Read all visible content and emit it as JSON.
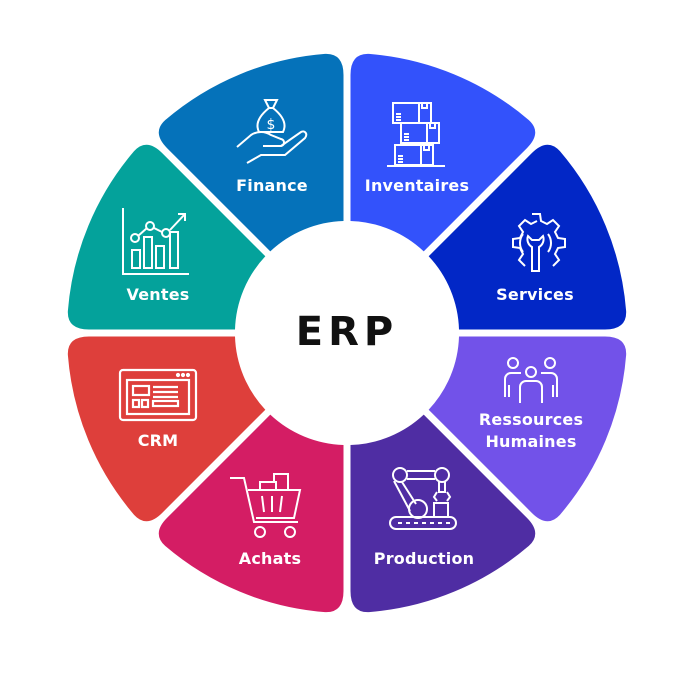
{
  "center": {
    "label": "ERP",
    "color": "#ffffff",
    "text_color": "#111111"
  },
  "segments": [
    {
      "id": "inventaires",
      "label": "Inventaires",
      "icon": "boxes-icon",
      "color": "#3352fb"
    },
    {
      "id": "services",
      "label": "Services",
      "icon": "gear-wrench-icon",
      "color": "#0227c6"
    },
    {
      "id": "ressources",
      "label_line1": "Ressources",
      "label_line2": "Humaines",
      "icon": "team-icon",
      "color": "#7252e9"
    },
    {
      "id": "production",
      "label": "Production",
      "icon": "robot-arm-icon",
      "color": "#4f2da3"
    },
    {
      "id": "achats",
      "label": "Achats",
      "icon": "shopping-cart-icon",
      "color": "#d41d64"
    },
    {
      "id": "crm",
      "label": "CRM",
      "icon": "browser-window-icon",
      "color": "#de3f3b"
    },
    {
      "id": "ventes",
      "label": "Ventes",
      "icon": "growth-chart-icon",
      "color": "#04a29b"
    },
    {
      "id": "finance",
      "label": "Finance",
      "icon": "money-hand-icon",
      "color": "#0572ba"
    }
  ]
}
